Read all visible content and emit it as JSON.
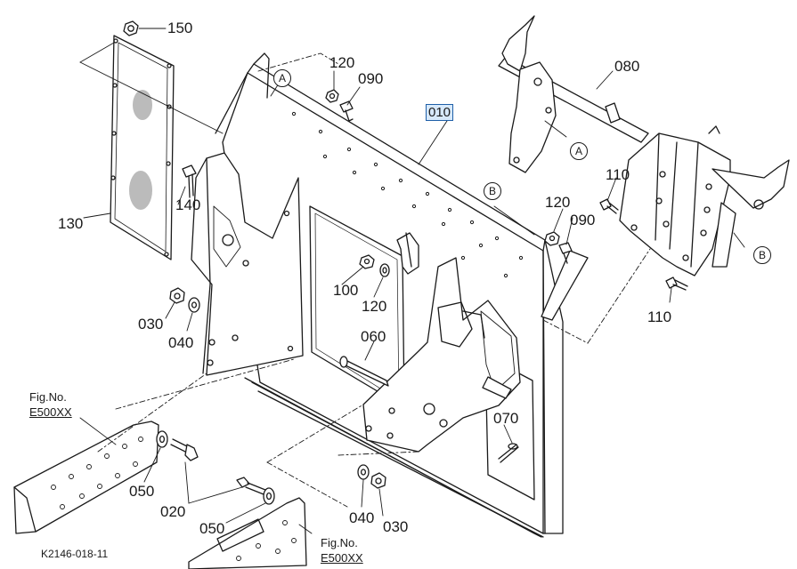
{
  "diagram": {
    "drawing_id": "K2146-018-11",
    "part_numbers": {
      "p010": "010",
      "p020": "020",
      "p030a": "030",
      "p030b": "030",
      "p040a": "040",
      "p040b": "040",
      "p050a": "050",
      "p050b": "050",
      "p060": "060",
      "p070": "070",
      "p080": "080",
      "p090a": "090",
      "p090b": "090",
      "p100": "100",
      "p110a": "110",
      "p110b": "110",
      "p120a": "120",
      "p120b": "120",
      "p120c": "120",
      "p130": "130",
      "p140": "140",
      "p150": "150"
    },
    "detail_markers": {
      "a1": "A",
      "a2": "A",
      "b1": "B",
      "b2": "B"
    },
    "figure_refs": {
      "ref1_title": "Fig.No.",
      "ref1_code": "E500XX",
      "ref2_title": "Fig.No.",
      "ref2_code": "E500XX"
    },
    "selected_part": "010"
  }
}
